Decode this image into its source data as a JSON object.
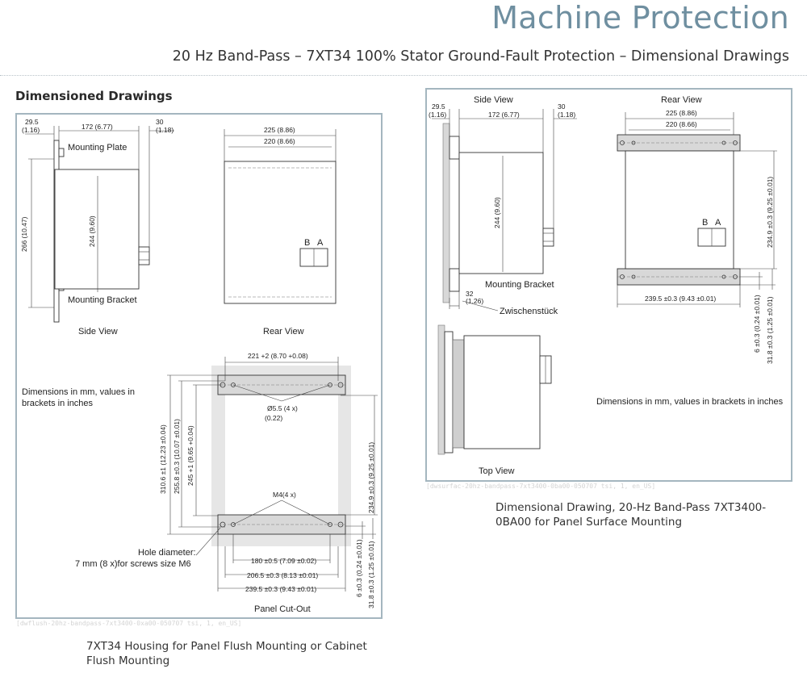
{
  "header": {
    "title": "Machine Protection",
    "subtitle": "20 Hz Band-Pass – 7XT34 100% Stator Ground-Fault Protection – Dimensional Drawings"
  },
  "section_heading": "Dimensioned Drawings",
  "left_drawing": {
    "side_view": {
      "label": "Side View",
      "dim_top_left": "29.5",
      "dim_top_left_in": "(1.16)",
      "dim_top_mid": "172 (6.77)",
      "dim_top_right": "30",
      "dim_top_right_in": "(1.18)",
      "dim_height_outer": "266 (10.47)",
      "dim_height_inner": "244 (9.60)",
      "mounting_plate": "Mounting Plate",
      "mounting_bracket": "Mounting Bracket"
    },
    "rear_view": {
      "label": "Rear View",
      "dim_outer": "225 (8.86)",
      "dim_inner": "220 (8.66)",
      "terminal_b": "B",
      "terminal_a": "A"
    },
    "note": "Dimensions in mm, values in brackets in inches",
    "cutout": {
      "label": "Panel Cut-Out",
      "dim_top": "221 +2 (8.70 +0.08)",
      "hole_top": "Ø5.5 (4 x)",
      "hole_top_in": "(0.22)",
      "thread": "M4(4 x)",
      "hole_note_1": "Hole diameter:",
      "hole_note_2": "7 mm (8 x)for screws size M6",
      "dim_b1": "180 ±0.5 (7.09 ±0.02)",
      "dim_b2": "206.5 ±0.3 (8.13 ±0.01)",
      "dim_b3": "239.5 ±0.3 (9.43 ±0.01)",
      "dim_v1": "310.6 ±1 (12.23 ±0.04)",
      "dim_v2": "255.8 ±0.3 (10.07 ±0.01)",
      "dim_v3": "245 +1 (9.65 +0.04)",
      "dim_v4": "234.9 ±0.3 (9.25 ±0.01)",
      "dim_v5": "6 ±0.3 (0.24 ±0.01)",
      "dim_v6": "31.8 ±0.3 (1.25 ±0.01)"
    },
    "ghost_ref": "[dwflush-20hz-bandpass-7xt3400-0xa00-050707 tsi, 1, en_US]"
  },
  "left_caption": "7XT34 Housing for Panel Flush Mounting or Cabinet Flush Mounting",
  "right_drawing": {
    "side_view": {
      "label": "Side View",
      "dim_top_left": "29.5",
      "dim_top_left_in": "(1.16)",
      "dim_top_mid": "172 (6.77)",
      "dim_top_right": "30",
      "dim_top_right_in": "(1.18)",
      "dim_height": "244 (9.60)",
      "mounting_bracket": "Mounting Bracket",
      "dim_spacer": "32",
      "dim_spacer_in": "(1.26)",
      "spacer": "Zwischenstück"
    },
    "rear_view": {
      "label": "Rear View",
      "dim_outer": "225 (8.86)",
      "dim_inner": "220 (8.66)",
      "terminal_b": "B",
      "terminal_a": "A",
      "dim_bottom": "239.5 ±0.3 (9.43 ±0.01)",
      "dim_v1": "234.9 ±0.3 (9.25 ±0.01)",
      "dim_v2": "6 ±0.3 (0.24 ±0.01)",
      "dim_v3": "31.8 ±0.3 (1.25 ±0.01)"
    },
    "top_view": {
      "label": "Top View"
    },
    "note": "Dimensions in mm, values in brackets in inches",
    "ghost_ref": "[dwsurfac-20hz-bandpass-7xt3400-0ba00-050707 tsi, 1, en_US]"
  },
  "right_caption": "Dimensional Drawing, 20-Hz Band-Pass 7XT3400-0BA00 for Panel Surface Mounting"
}
